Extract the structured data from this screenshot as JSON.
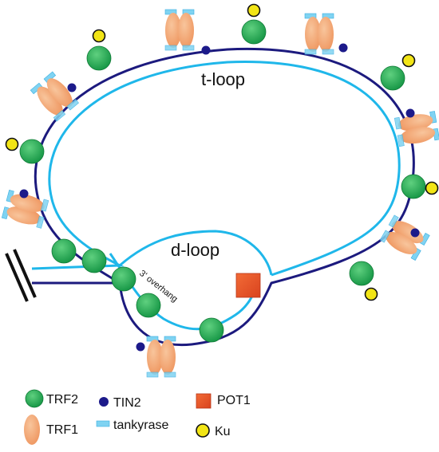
{
  "labels": {
    "t_loop": "t-loop",
    "d_loop": "d-loop",
    "overhang": "3' overhang"
  },
  "legend": {
    "trf2": "TRF2",
    "tin2": "TIN2",
    "pot1": "POT1",
    "trf1": "TRF1",
    "tankyrase": "tankyrase",
    "ku": "Ku"
  },
  "colors": {
    "outer_strand": "#1c1a7e",
    "inner_strand": "#1fb7ea",
    "trf2": "#17a34a",
    "tin2": "#1c1a8a",
    "pot1": "#e5532a",
    "trf1": "#f3a06a",
    "tankyrase": "#7fd3f2",
    "ku": "#f2e516",
    "end_cap": "#111111"
  },
  "icons": [
    "trf2-protein-icon",
    "tin2-protein-icon",
    "pot1-protein-icon",
    "trf1-protein-icon",
    "tankyrase-protein-icon",
    "ku-protein-icon"
  ]
}
